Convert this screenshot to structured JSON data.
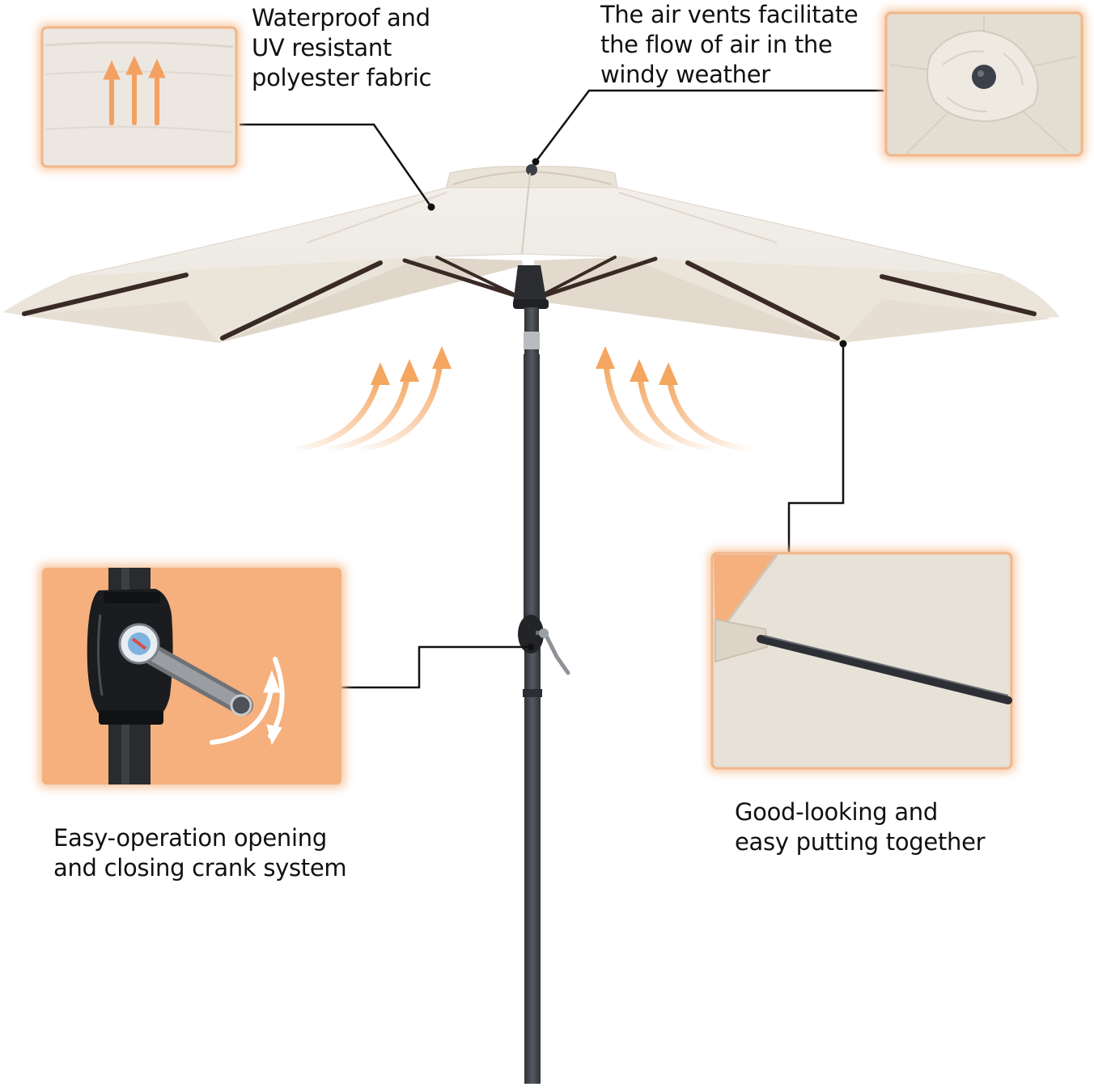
{
  "features": {
    "fabric": {
      "lines": [
        "Waterproof and",
        "UV resistant",
        "polyester fabric"
      ]
    },
    "vents": {
      "lines": [
        "The air vents facilitate",
        "the flow of air in the",
        "windy weather"
      ]
    },
    "crank": {
      "lines": [
        "Easy-operation opening",
        "and closing crank system"
      ]
    },
    "assembly": {
      "lines": [
        "Good-looking and",
        "easy putting together"
      ]
    }
  },
  "colors": {
    "canopy": "#ede6db",
    "canopy_shadow": "#e2d9cc",
    "pole": "#3e4247",
    "rib": "#3a2a26",
    "accent_orange": "#f5b07d",
    "callout_line": "#111111"
  }
}
